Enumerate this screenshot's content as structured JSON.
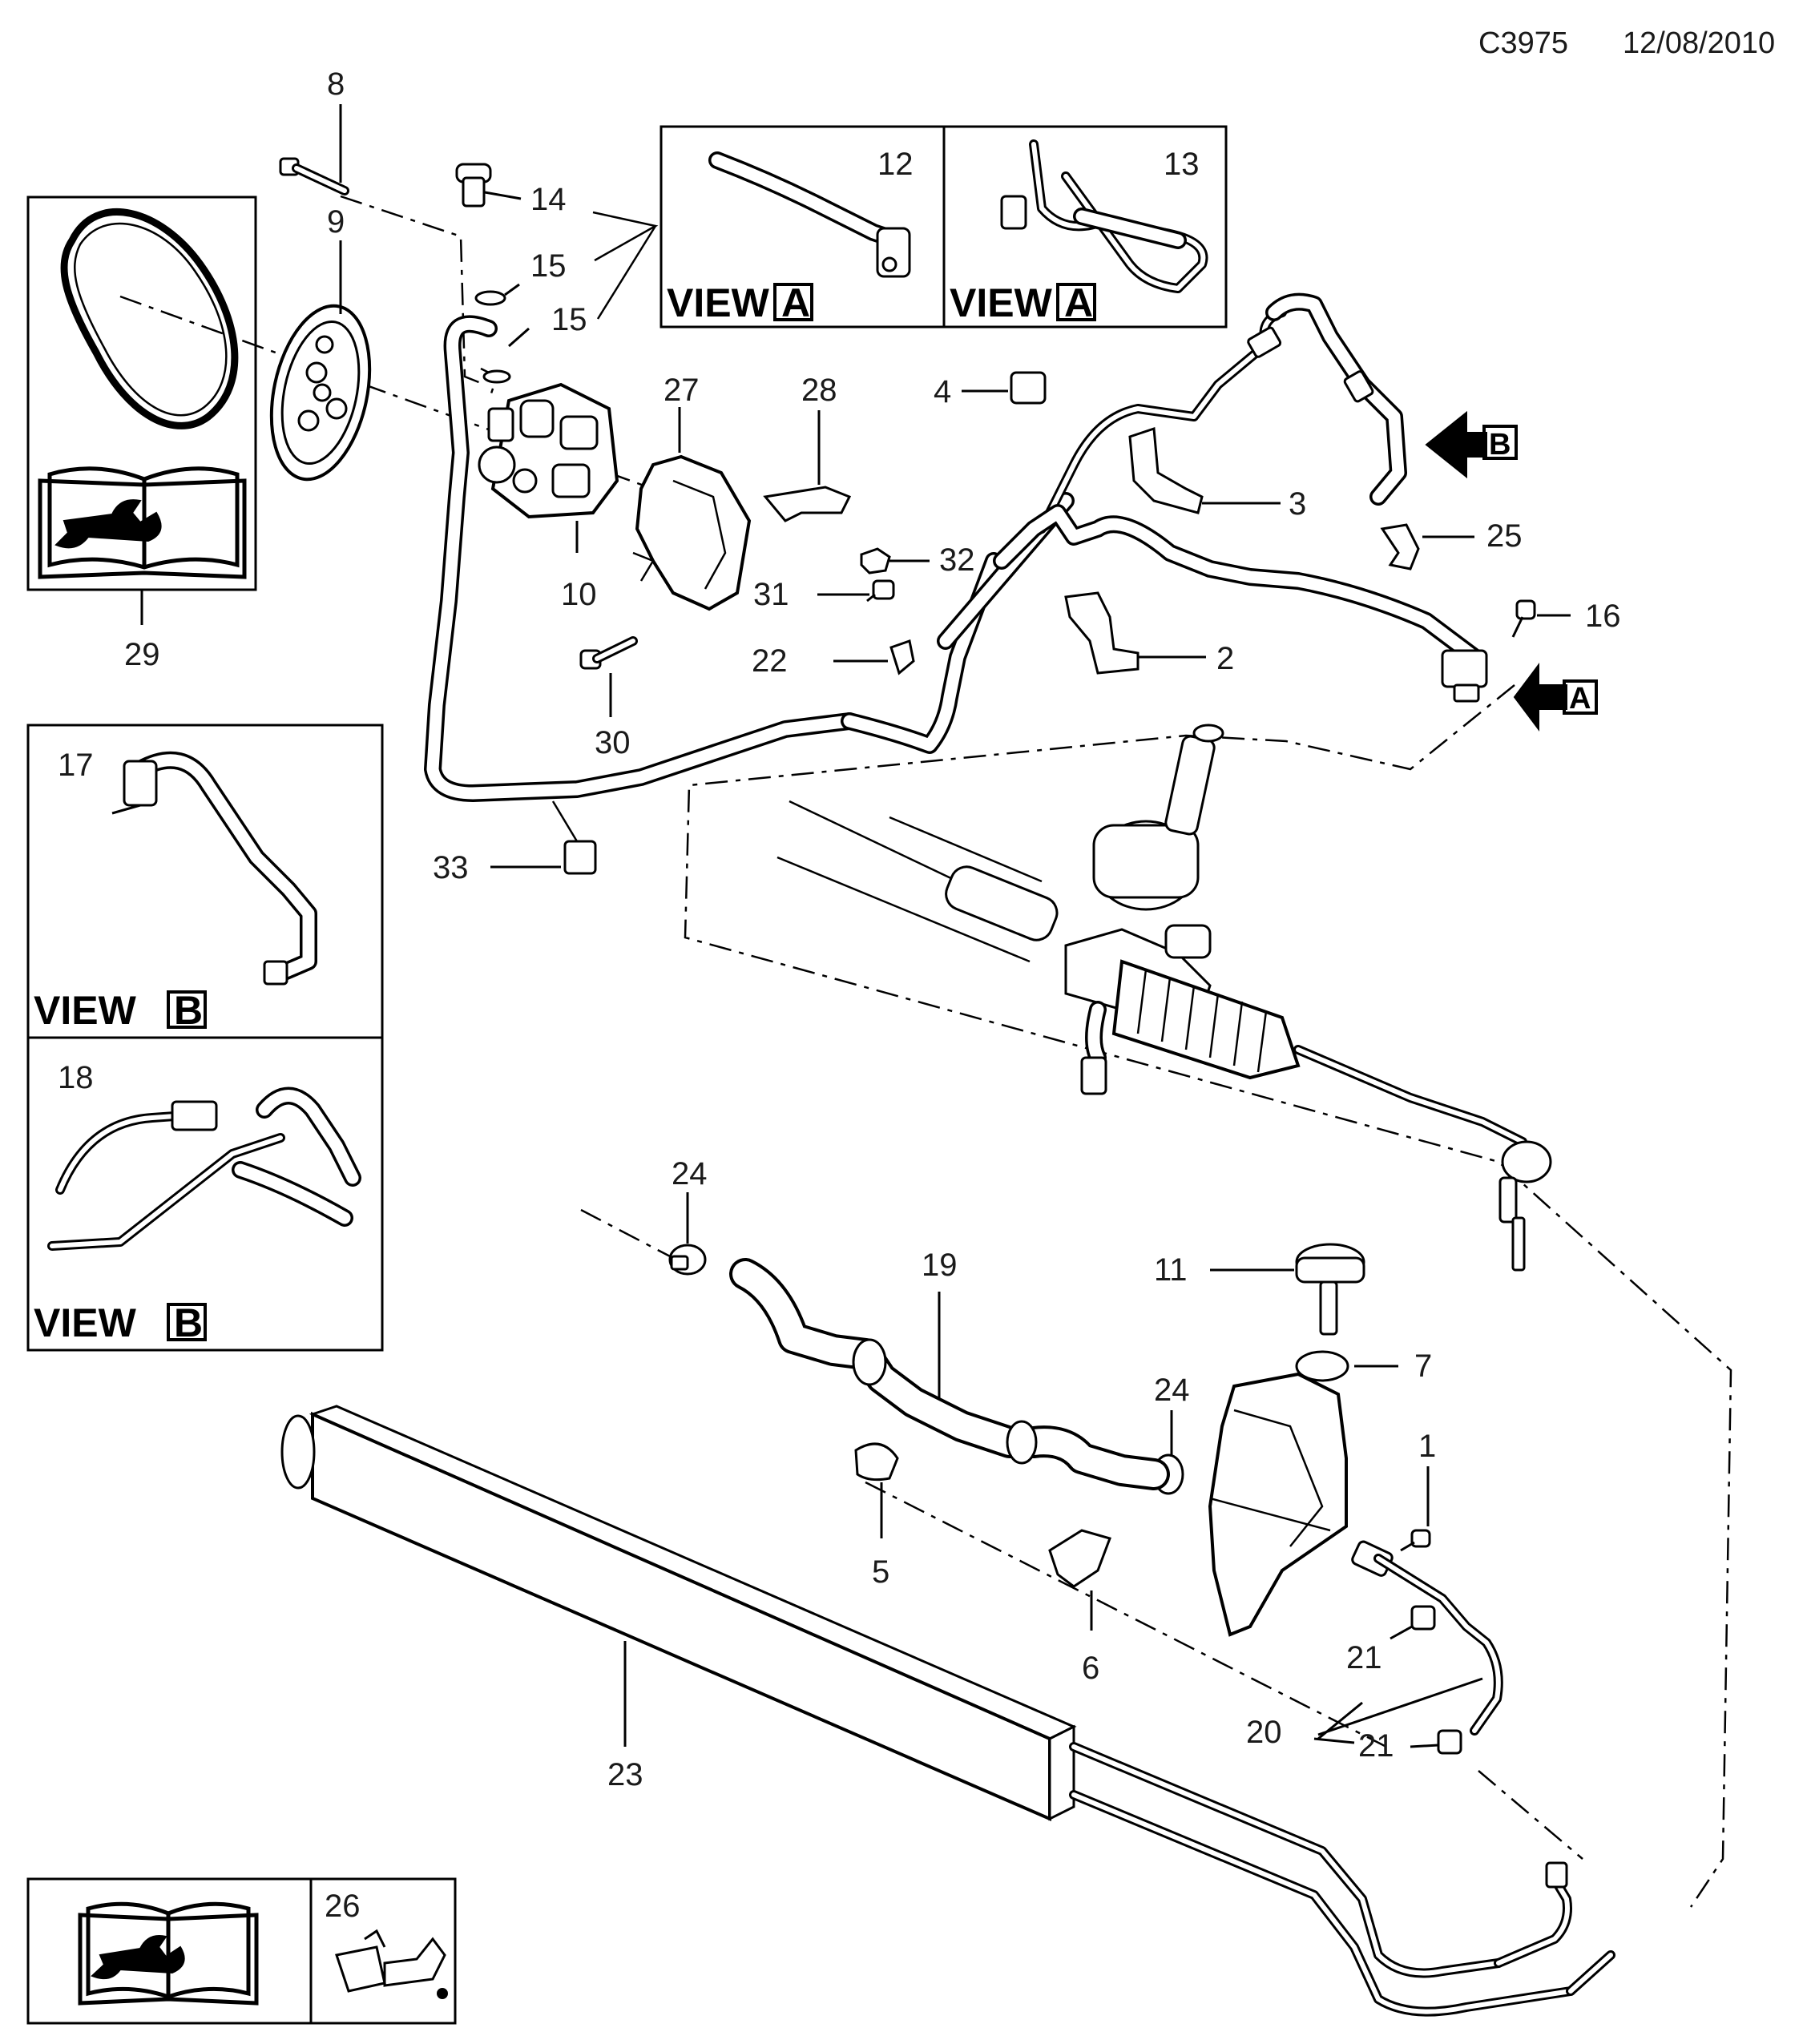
{
  "header": {
    "code": "C3975",
    "date": "12/08/2010"
  },
  "view_labels": {
    "a_top_left": "VIEW",
    "a_top_right": "VIEW",
    "b_upper": "VIEW",
    "b_lower": "VIEW",
    "letter_a": "A",
    "letter_b": "B"
  },
  "callouts": {
    "p1": "1",
    "p2": "2",
    "p3": "3",
    "p4": "4",
    "p5": "5",
    "p6": "6",
    "p7": "7",
    "p8": "8",
    "p9": "9",
    "p10": "10",
    "p11": "11",
    "p12": "12",
    "p13": "13",
    "p14": "14",
    "p15a": "15",
    "p15b": "15",
    "p16": "16",
    "p17": "17",
    "p18": "18",
    "p19": "19",
    "p20": "20",
    "p21a": "21",
    "p21b": "21",
    "p22": "22",
    "p23": "23",
    "p24a": "24",
    "p24b": "24",
    "p25": "25",
    "p26": "26",
    "p27": "27",
    "p28": "28",
    "p29": "29",
    "p30": "30",
    "p31": "31",
    "p32": "32",
    "p33": "33"
  },
  "icons": [
    "service-manual-book-icon",
    "oil-can-icon",
    "view-arrow-icon"
  ]
}
